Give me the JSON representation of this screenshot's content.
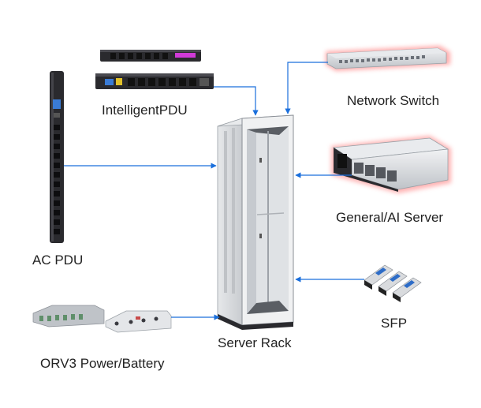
{
  "labels": {
    "intelligent_pdu": "IntelligentPDU",
    "network_switch": "Network Switch",
    "general_ai_server": "General/AI Server",
    "ac_pdu": "AC PDU",
    "sfp": "SFP",
    "server_rack": "Server Rack",
    "orv3_power_battery": "ORV3 Power/Battery"
  },
  "colors": {
    "arrow": "#1a6fdc",
    "text": "#222222",
    "device_dark": "#2a2a2e",
    "device_silver": "#d7d9dc",
    "glow": "#ff6a6a",
    "pdu_label": "#d03ad8",
    "sfp_blue": "#2d6cc7"
  }
}
